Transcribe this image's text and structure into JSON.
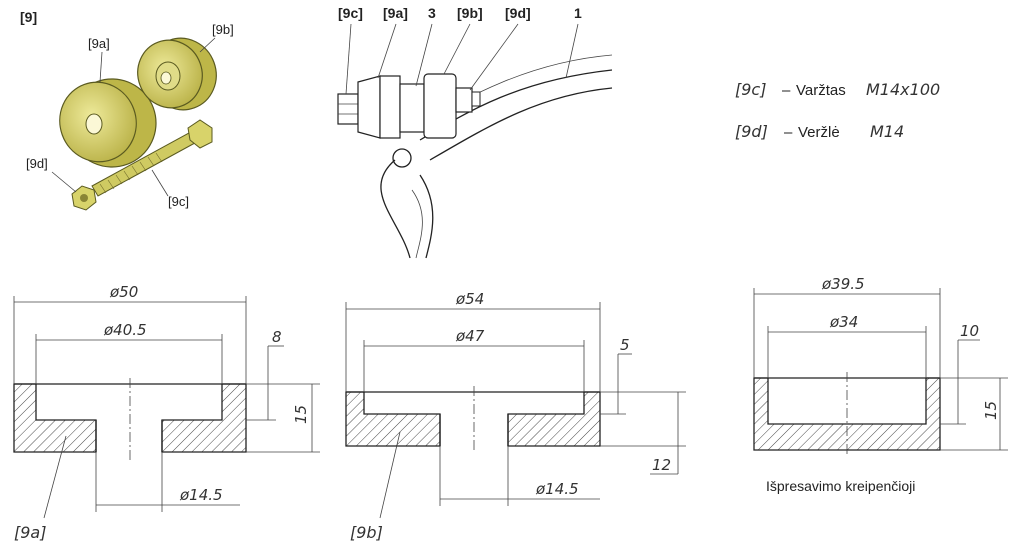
{
  "figure_tag": "[9]",
  "parts_labels": {
    "a": "[9a]",
    "b": "[9b]",
    "c": "[9c]",
    "d": "[9d]"
  },
  "assembly_labels": [
    "[9c]",
    "[9a]",
    "3",
    "[9b]",
    "[9d]",
    "1"
  ],
  "legend": [
    {
      "code": "[9c]",
      "dash": "–",
      "name": "Varžtas",
      "spec": "M14x100"
    },
    {
      "code": "[9d]",
      "dash": "–",
      "name": "Veržlė",
      "spec": "M14"
    }
  ],
  "drawing_a": {
    "outer": "ø50",
    "inner": "ø40.5",
    "depth": "8",
    "height": "15",
    "hole": "ø14.5",
    "tag": "[9a]"
  },
  "drawing_b": {
    "outer": "ø54",
    "inner": "ø47",
    "depth": "5",
    "height": "12",
    "hole": "ø14.5",
    "tag": "[9b]"
  },
  "drawing_c": {
    "outer": "ø39.5",
    "inner": "ø34",
    "depth": "10",
    "height": "15",
    "caption": "Išpresavimo kreipenčioji"
  },
  "colors": {
    "part_fill": "#d8d36a",
    "part_stroke": "#5a5a20",
    "line": "#333333"
  }
}
